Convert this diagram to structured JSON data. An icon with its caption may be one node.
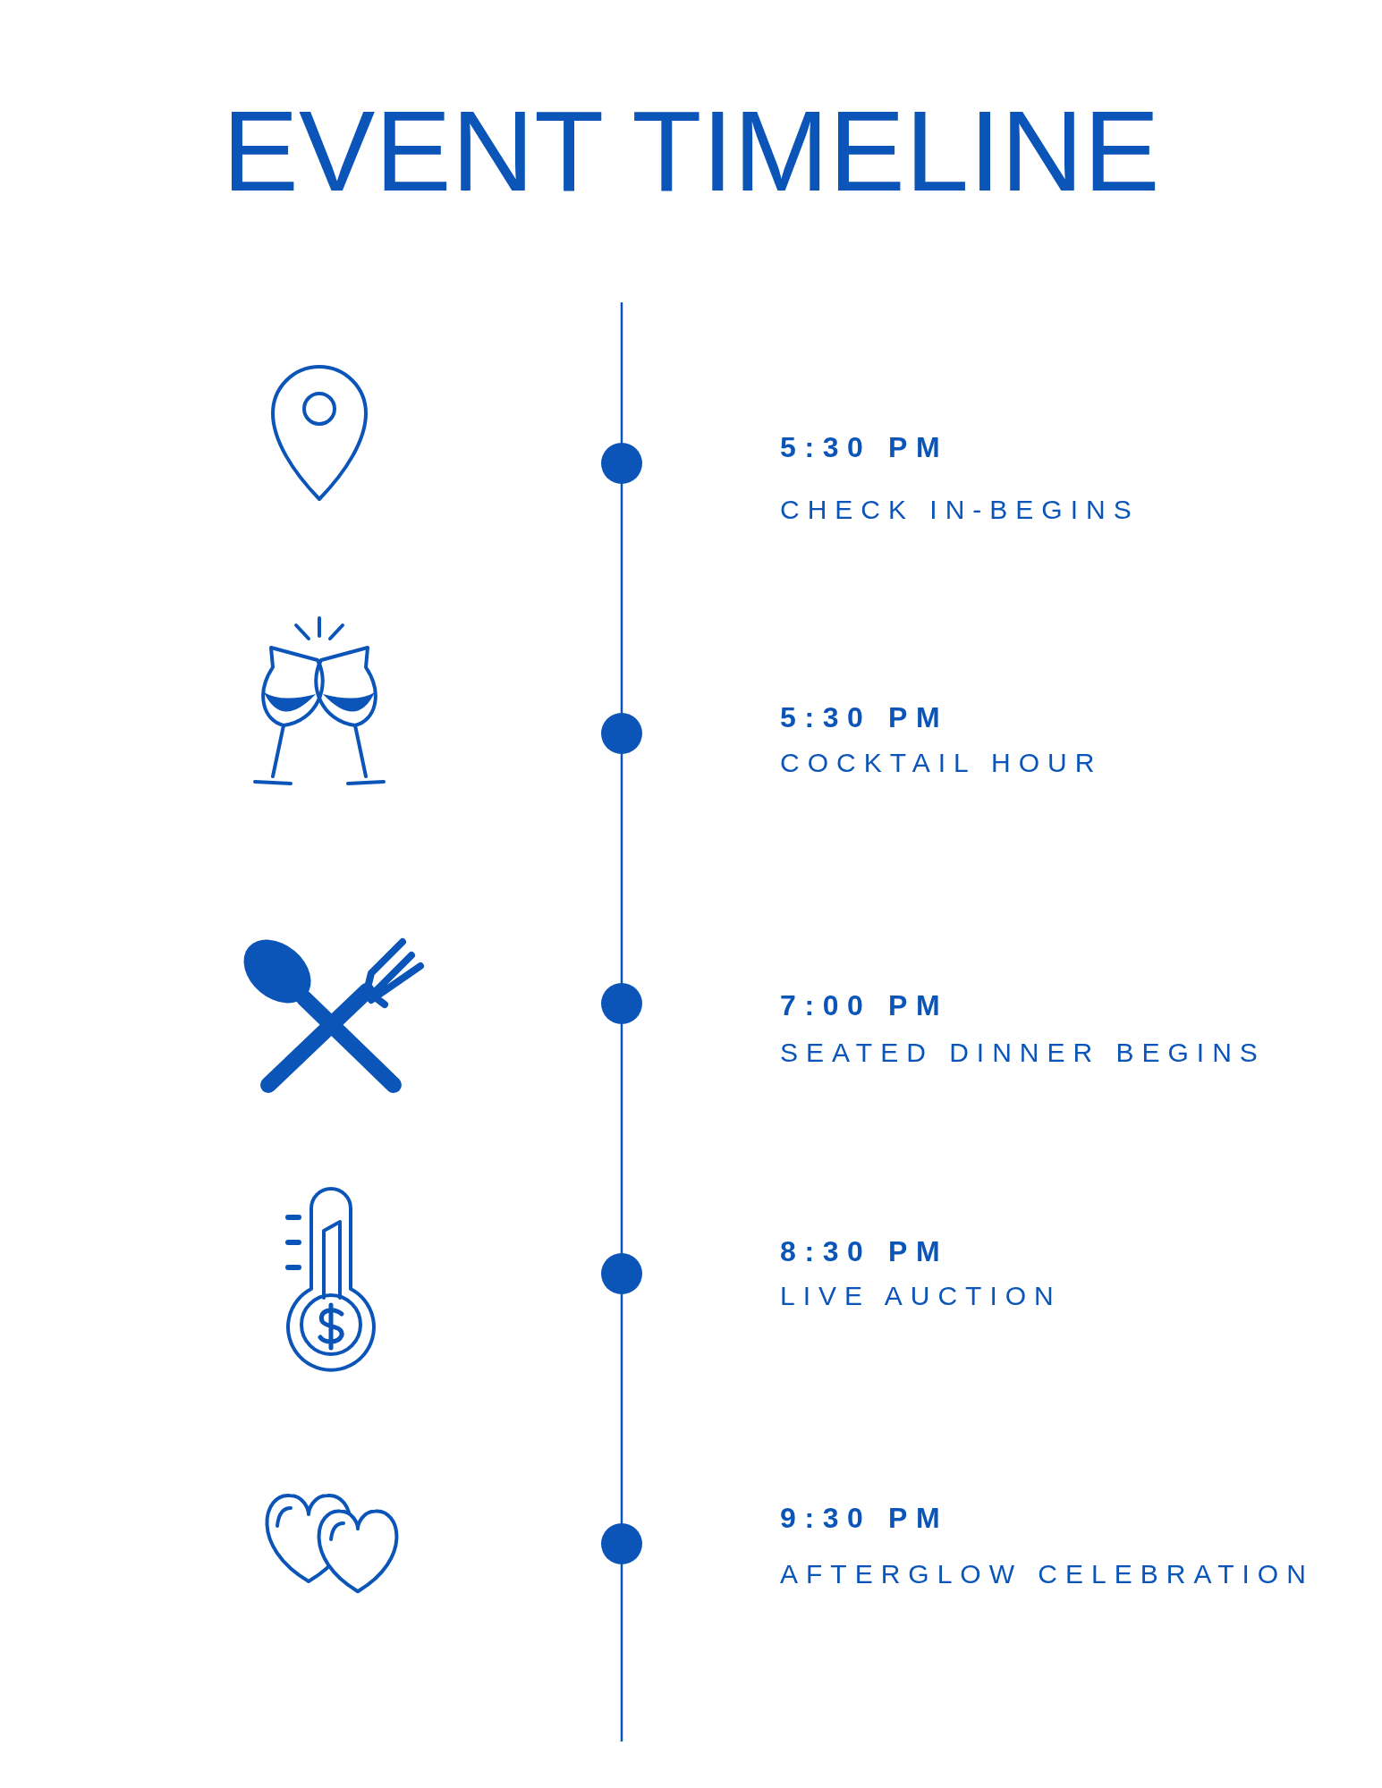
{
  "diagram": {
    "title": "EVENT TIMELINE",
    "labels": [
      "5:30 PM",
      "CHECK IN-BEGINS",
      "5:30 PM",
      "COCKTAIL HOUR",
      "7:00 PM",
      "SEATED DINNER BEGINS",
      "8:30 PM",
      "LIVE AUCTION",
      "9:30 PM",
      "AFTERGLOW CELEBRATION"
    ]
  }
}
